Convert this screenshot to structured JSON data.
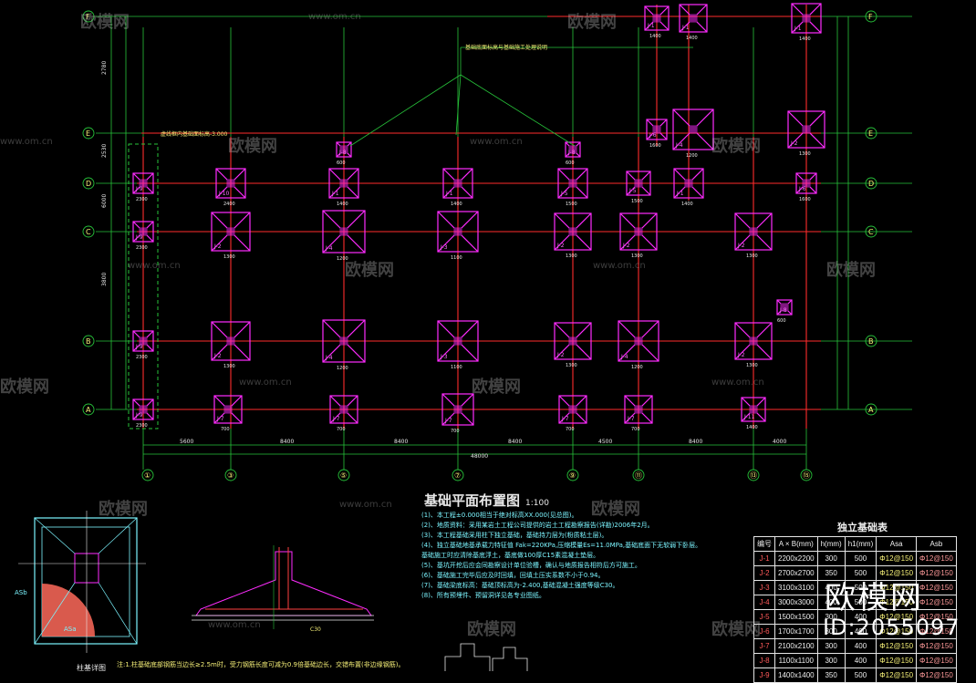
{
  "drawing": {
    "title": "基础平面布置图",
    "scale": "1:100",
    "overall_dim": "48000",
    "bay_dims": [
      "5600",
      "8400",
      "8400",
      "8400",
      "4500",
      "8400",
      "4000"
    ],
    "row_dims": [
      "2780",
      "2530",
      "6000",
      "3800"
    ],
    "callout_text": "虚线框内基础面标高-3.000",
    "col_axes": [
      "①",
      "③",
      "⑤",
      "⑦",
      "⑨",
      "⑪",
      "⑬",
      "⑮"
    ],
    "row_axes": [
      "F",
      "E",
      "D",
      "C",
      "B",
      "A"
    ],
    "footings": [
      "J-1",
      "J-2",
      "J-3",
      "J-4",
      "J-5",
      "J-6",
      "J-7",
      "J-8",
      "J-9",
      "J-10",
      "J-11"
    ],
    "dims_samples": [
      "1400",
      "1300",
      "1100",
      "1200",
      "1500",
      "1600",
      "700",
      "600",
      "2300",
      "2400"
    ]
  },
  "notes": [
    "(1)、本工程±0.000相当于绝对标高XX.000(见总图)。",
    "(2)、地质资料：采用某岩土工程公司提供的岩土工程勘察报告(详勘)2006年2月。",
    "(3)、本工程基础采用柱下独立基础，基础持力层为(粉质粘土层)。",
    "(4)、独立基础地基承载力特征值 Fak=220KPa,压缩模量Es=11.0MPa,基础底面下无软弱下卧层。",
    "     基础施工时应清除基底浮土，基底做100厚C15素混凝土垫层。",
    "(5)、基坑开挖后应会同勘察设计单位验槽，确认与地质报告相符后方可施工。",
    "(6)、基础施工完毕后应及时回填，回填土压实系数不小于0.94。",
    "(7)、基础梁底标高：基础顶标高为-2.400,基础混凝土强度等级C30。",
    "(8)、所有预埋件、预留洞详见各专业图纸。"
  ],
  "table": {
    "title": "独立基础表",
    "headers": [
      "编号",
      "A × B(mm)",
      "h(mm)",
      "h1(mm)",
      "Asa",
      "Asb"
    ],
    "rows": [
      [
        "J-1",
        "2200x2200",
        "300",
        "500",
        "Φ12@150",
        "Φ12@150"
      ],
      [
        "J-2",
        "2700x2700",
        "350",
        "500",
        "Φ12@150",
        "Φ12@150"
      ],
      [
        "J-3",
        "3100x3100",
        "400",
        "500",
        "Φ12@150",
        "Φ12@150"
      ],
      [
        "J-4",
        "3000x3000",
        "400",
        "500",
        "Φ12@150",
        "Φ12@150"
      ],
      [
        "J-5",
        "1500x1500",
        "300",
        "400",
        "Φ12@150",
        "Φ12@150"
      ],
      [
        "J-6",
        "1700x1700",
        "300",
        "400",
        "Φ12@150",
        "Φ12@150"
      ],
      [
        "J-7",
        "2100x2100",
        "300",
        "400",
        "Φ12@150",
        "Φ12@150"
      ],
      [
        "J-8",
        "1100x1100",
        "300",
        "400",
        "Φ12@150",
        "Φ12@150"
      ],
      [
        "J-9",
        "1400x1400",
        "350",
        "500",
        "Φ12@150",
        "Φ12@150"
      ]
    ]
  },
  "detail": {
    "label": "柱基详图",
    "note": "注:1.柱基础底部钢筋当边长≥2.5m时，受力钢筋长度可减为0.9倍基础边长，交错布置(非边缘钢筋)。",
    "asb": "ASb",
    "asa": "ASa",
    "c30": "C30"
  },
  "watermark": {
    "brand_cn": "欧模网",
    "url": "www.om.cn",
    "big_brand": "欧模网",
    "id": "ID:2055097"
  },
  "colors": {
    "axis_red": "#ff2b2b",
    "green": "#27c33a",
    "magenta": "#ff2cff",
    "yellow": "#f6f078",
    "cyan": "#7cf5ff",
    "white": "#e8e8e8"
  }
}
